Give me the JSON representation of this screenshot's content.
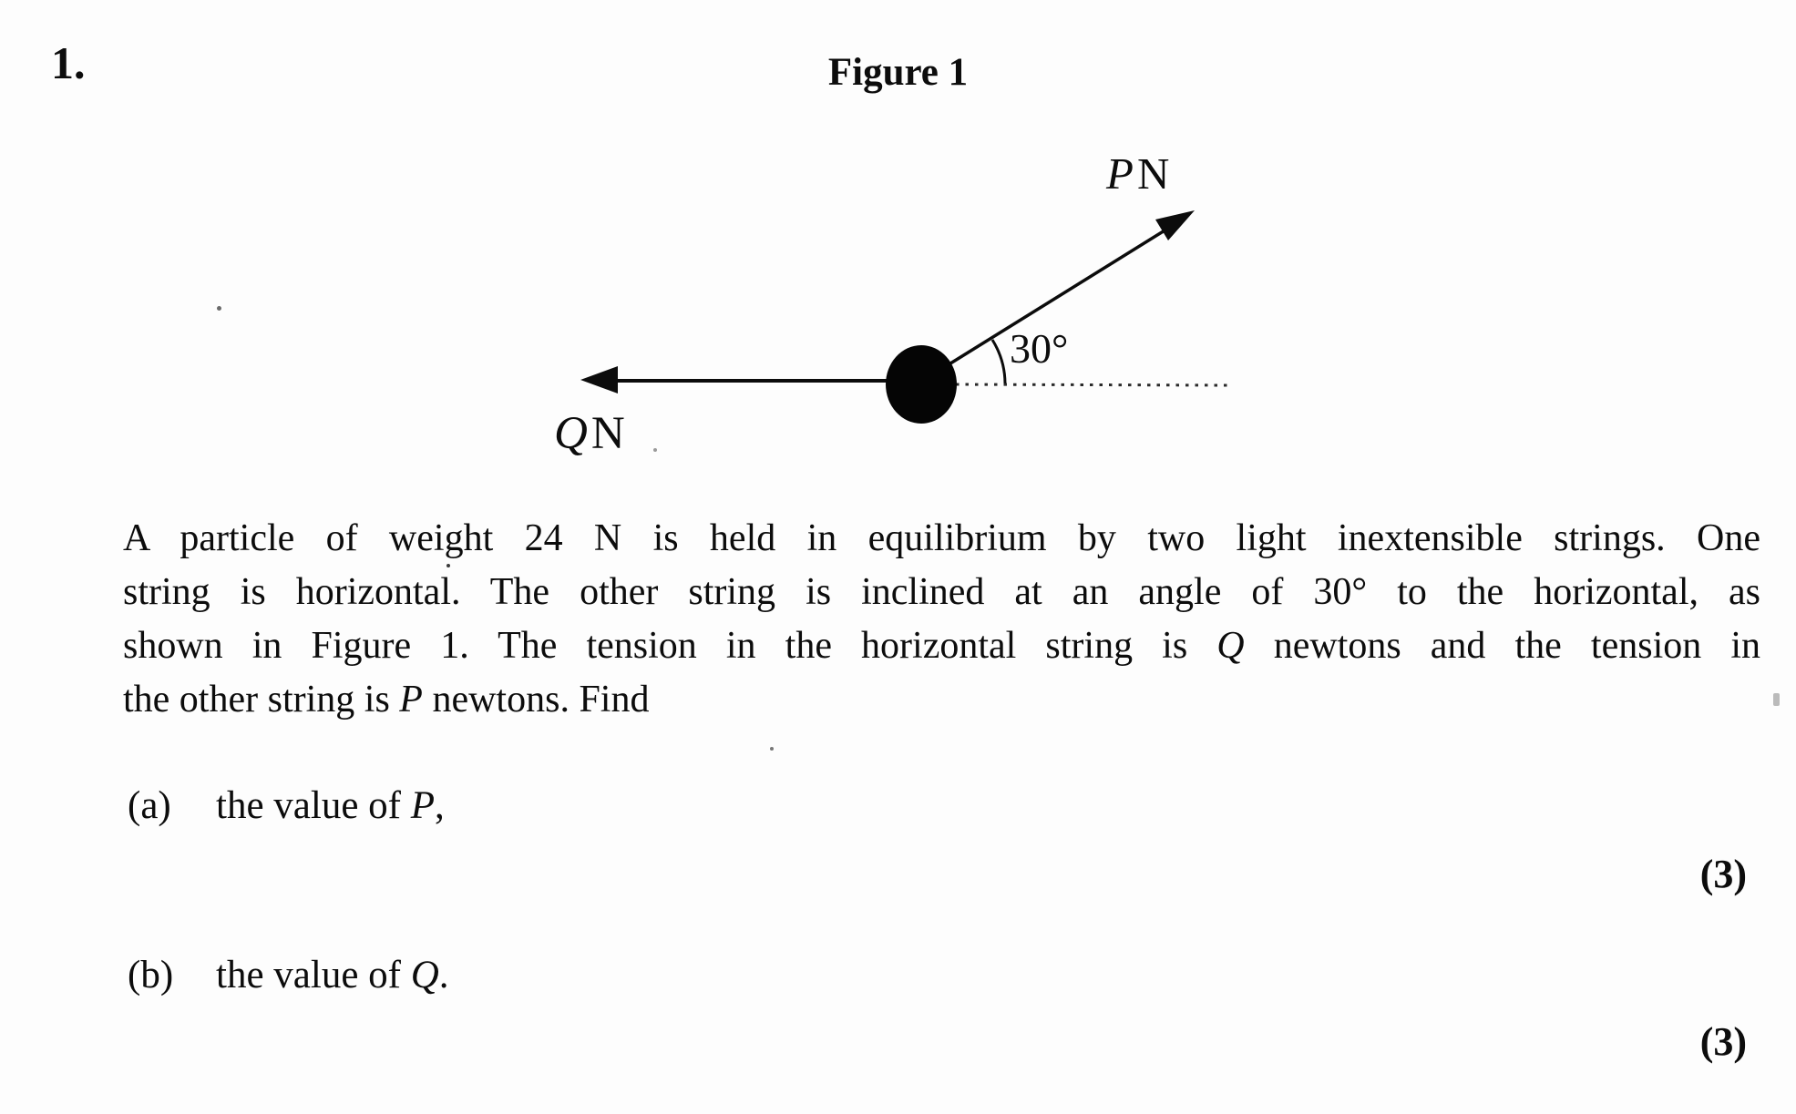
{
  "page": {
    "background": "#fdfdfd",
    "ink": "#0c0c0c"
  },
  "question": {
    "number": "1."
  },
  "figure": {
    "title": "Figure 1",
    "labels": {
      "p_var": "P",
      "p_unit": "N",
      "q_var": "Q",
      "q_unit": "N",
      "angle": "30°"
    }
  },
  "paragraph": {
    "line1": "A particle of weight 24 N is held in equilibrium by two light inextensible strings.  One",
    "line2": "string is horizontal.  The other string is inclined at an angle of 30° to the horizontal, as",
    "line3a": "shown in Figure 1.  The tension in the horizontal string is ",
    "line3_var": "Q",
    "line3b": " newtons and the tension in",
    "line4a": "the other string is ",
    "line4_var": "P",
    "line4b": " newtons.  Find"
  },
  "parts": {
    "a": {
      "label": "(a)",
      "text_before": "the value of ",
      "var": "P",
      "text_after": ",",
      "marks": "(3)"
    },
    "b": {
      "label": "(b)",
      "text_before": "the value of ",
      "var": "Q",
      "text_after": ".",
      "marks": "(3)"
    }
  }
}
